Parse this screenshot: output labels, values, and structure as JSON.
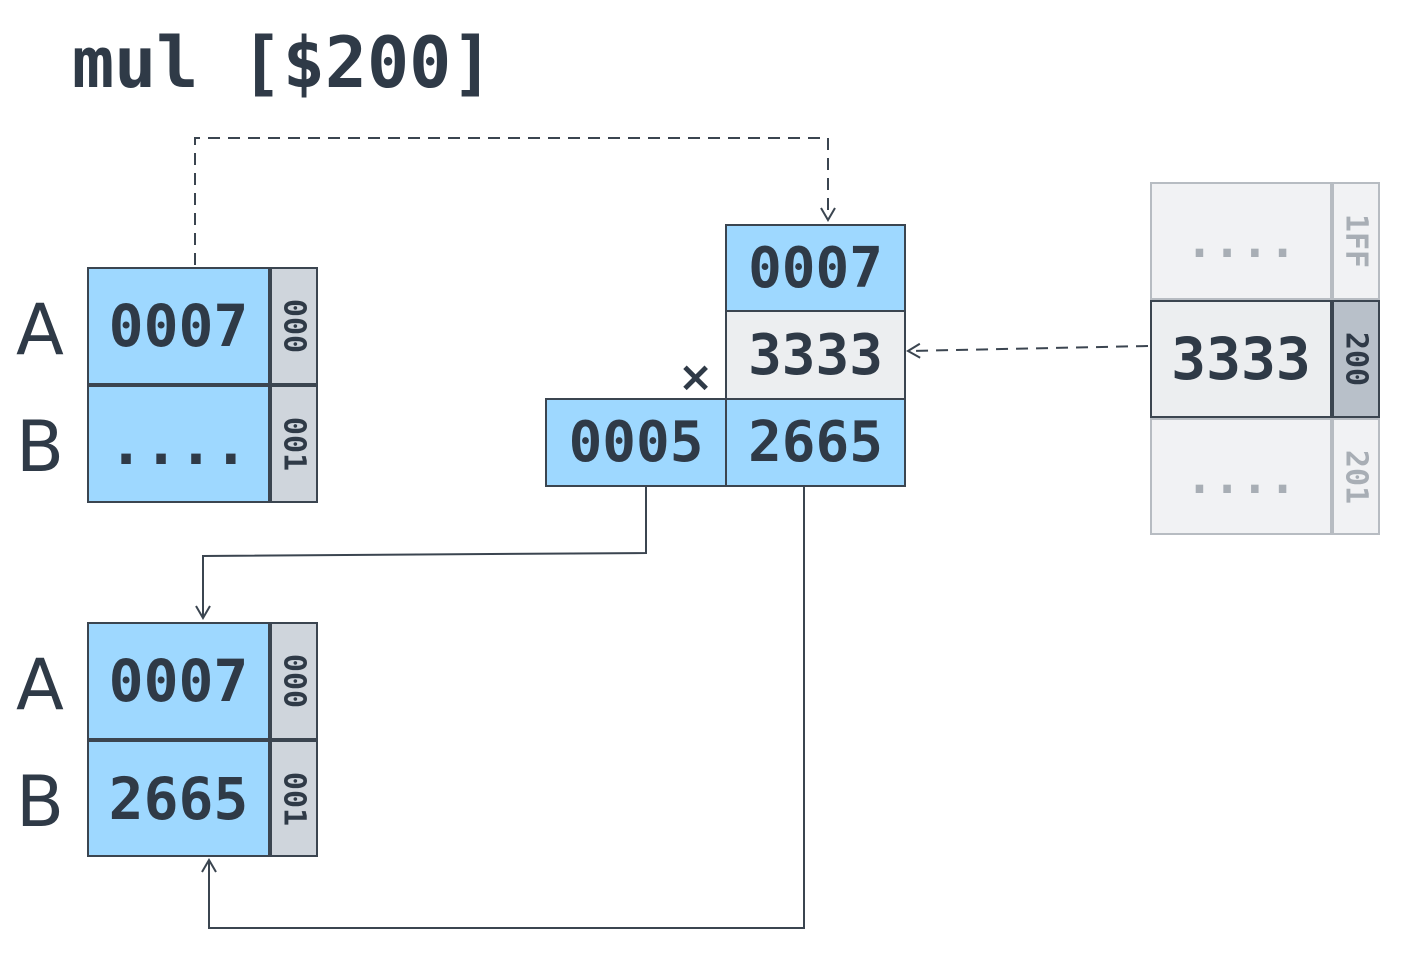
{
  "instruction": "mul [$200]",
  "before": {
    "registers": [
      {
        "name": "A",
        "value": "0007",
        "address": "000"
      },
      {
        "name": "B",
        "value": "....",
        "address": "001"
      }
    ]
  },
  "multiplier": {
    "operand_a": "0007",
    "operand_mem": "3333",
    "operator": "×",
    "result_high": "0005",
    "result_low": "2665"
  },
  "memory": [
    {
      "value": "....",
      "address": "1FF",
      "highlighted": false
    },
    {
      "value": "3333",
      "address": "200",
      "highlighted": true
    },
    {
      "value": "....",
      "address": "201",
      "highlighted": false
    }
  ],
  "after": {
    "registers": [
      {
        "name": "A",
        "value": "0007",
        "address": "000"
      },
      {
        "name": "B",
        "value": "2665",
        "address": "001"
      }
    ]
  },
  "colors": {
    "register": "#9ed8ff",
    "operand": "#eceef0",
    "address": "#cfd5dc",
    "ink": "#2f3a47"
  }
}
